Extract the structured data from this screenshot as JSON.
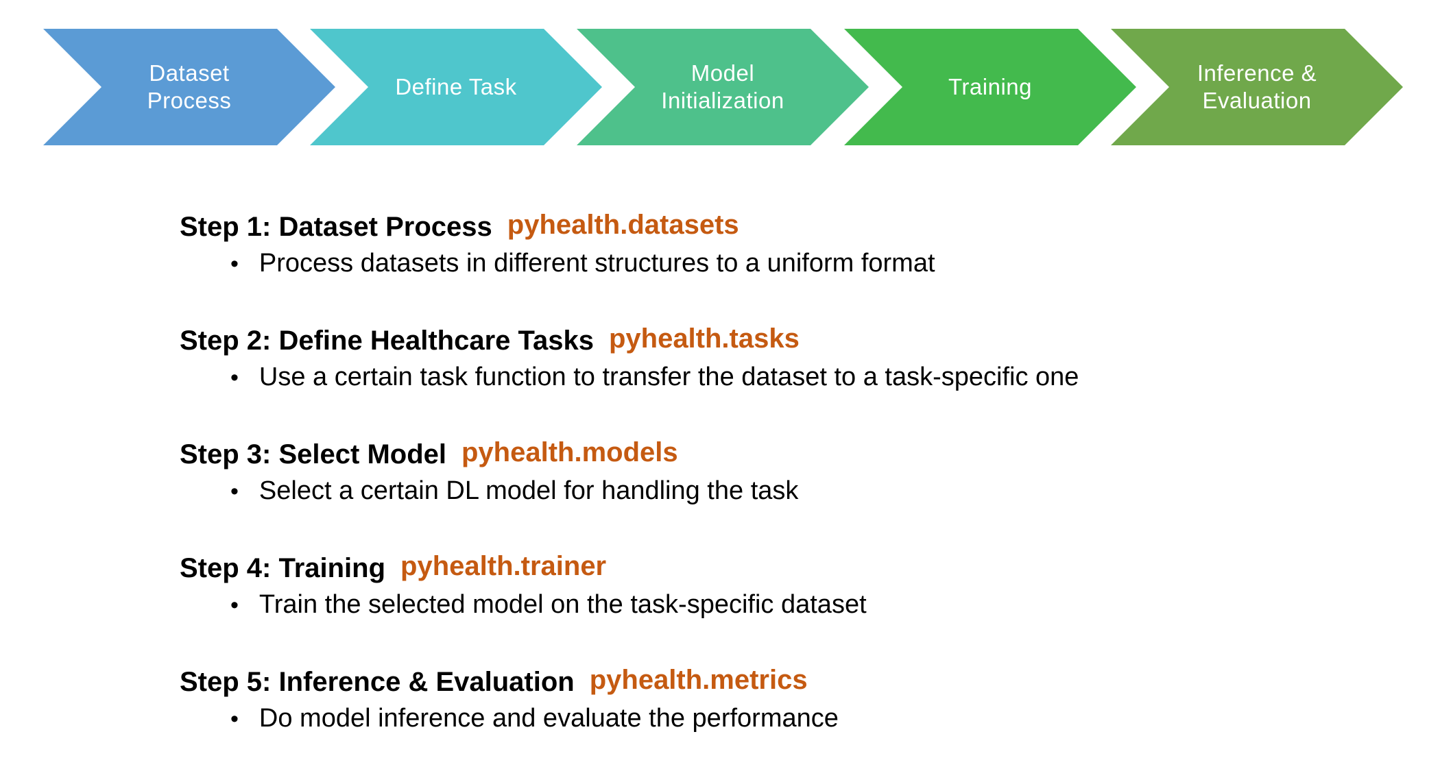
{
  "pipeline": {
    "text_color": "#FFFFFF",
    "stages": [
      {
        "label": "Dataset\nProcess",
        "color": "#5B9BD5"
      },
      {
        "label": "Define Task",
        "color": "#4FC6CC"
      },
      {
        "label": "Model\nInitialization",
        "color": "#4EC18B"
      },
      {
        "label": "Training",
        "color": "#43BA4D"
      },
      {
        "label": "Inference &\nEvaluation",
        "color": "#70A84B"
      }
    ]
  },
  "steps": {
    "bullet_glyph": "•",
    "module_color": "#C55A11",
    "items": [
      {
        "title": "Step 1: Dataset Process",
        "module": "pyhealth.datasets",
        "description": "Process datasets in different structures to a uniform format"
      },
      {
        "title": "Step 2: Define Healthcare Tasks",
        "module": "pyhealth.tasks",
        "description": "Use a certain task function to transfer the dataset to a task-specific one"
      },
      {
        "title": "Step 3: Select Model",
        "module": "pyhealth.models",
        "description": "Select a certain DL model for handling the task"
      },
      {
        "title": "Step 4: Training",
        "module": "pyhealth.trainer",
        "description": "Train the selected model on the task-specific dataset"
      },
      {
        "title": "Step 5: Inference & Evaluation",
        "module": "pyhealth.metrics",
        "description": "Do model inference and evaluate the performance"
      }
    ]
  }
}
